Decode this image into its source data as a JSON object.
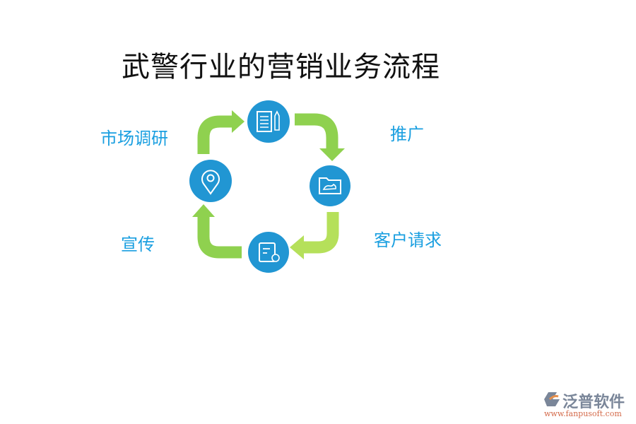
{
  "title": "武警行业的营销业务流程",
  "steps": [
    {
      "label": "市场调研",
      "icon": "document-pencil-icon"
    },
    {
      "label": "推广",
      "icon": "folder-hand-icon"
    },
    {
      "label": "客户请求",
      "icon": "document-refresh-icon"
    },
    {
      "label": "宣传",
      "icon": "location-pin-icon"
    }
  ],
  "logo": {
    "name": "泛普软件",
    "url": "www.fanpusoft.com"
  },
  "colors": {
    "circle": "#2196d3",
    "arrow": "#8fd14f",
    "arrow_light": "#b5e05a",
    "label": "#1a9fe0"
  }
}
